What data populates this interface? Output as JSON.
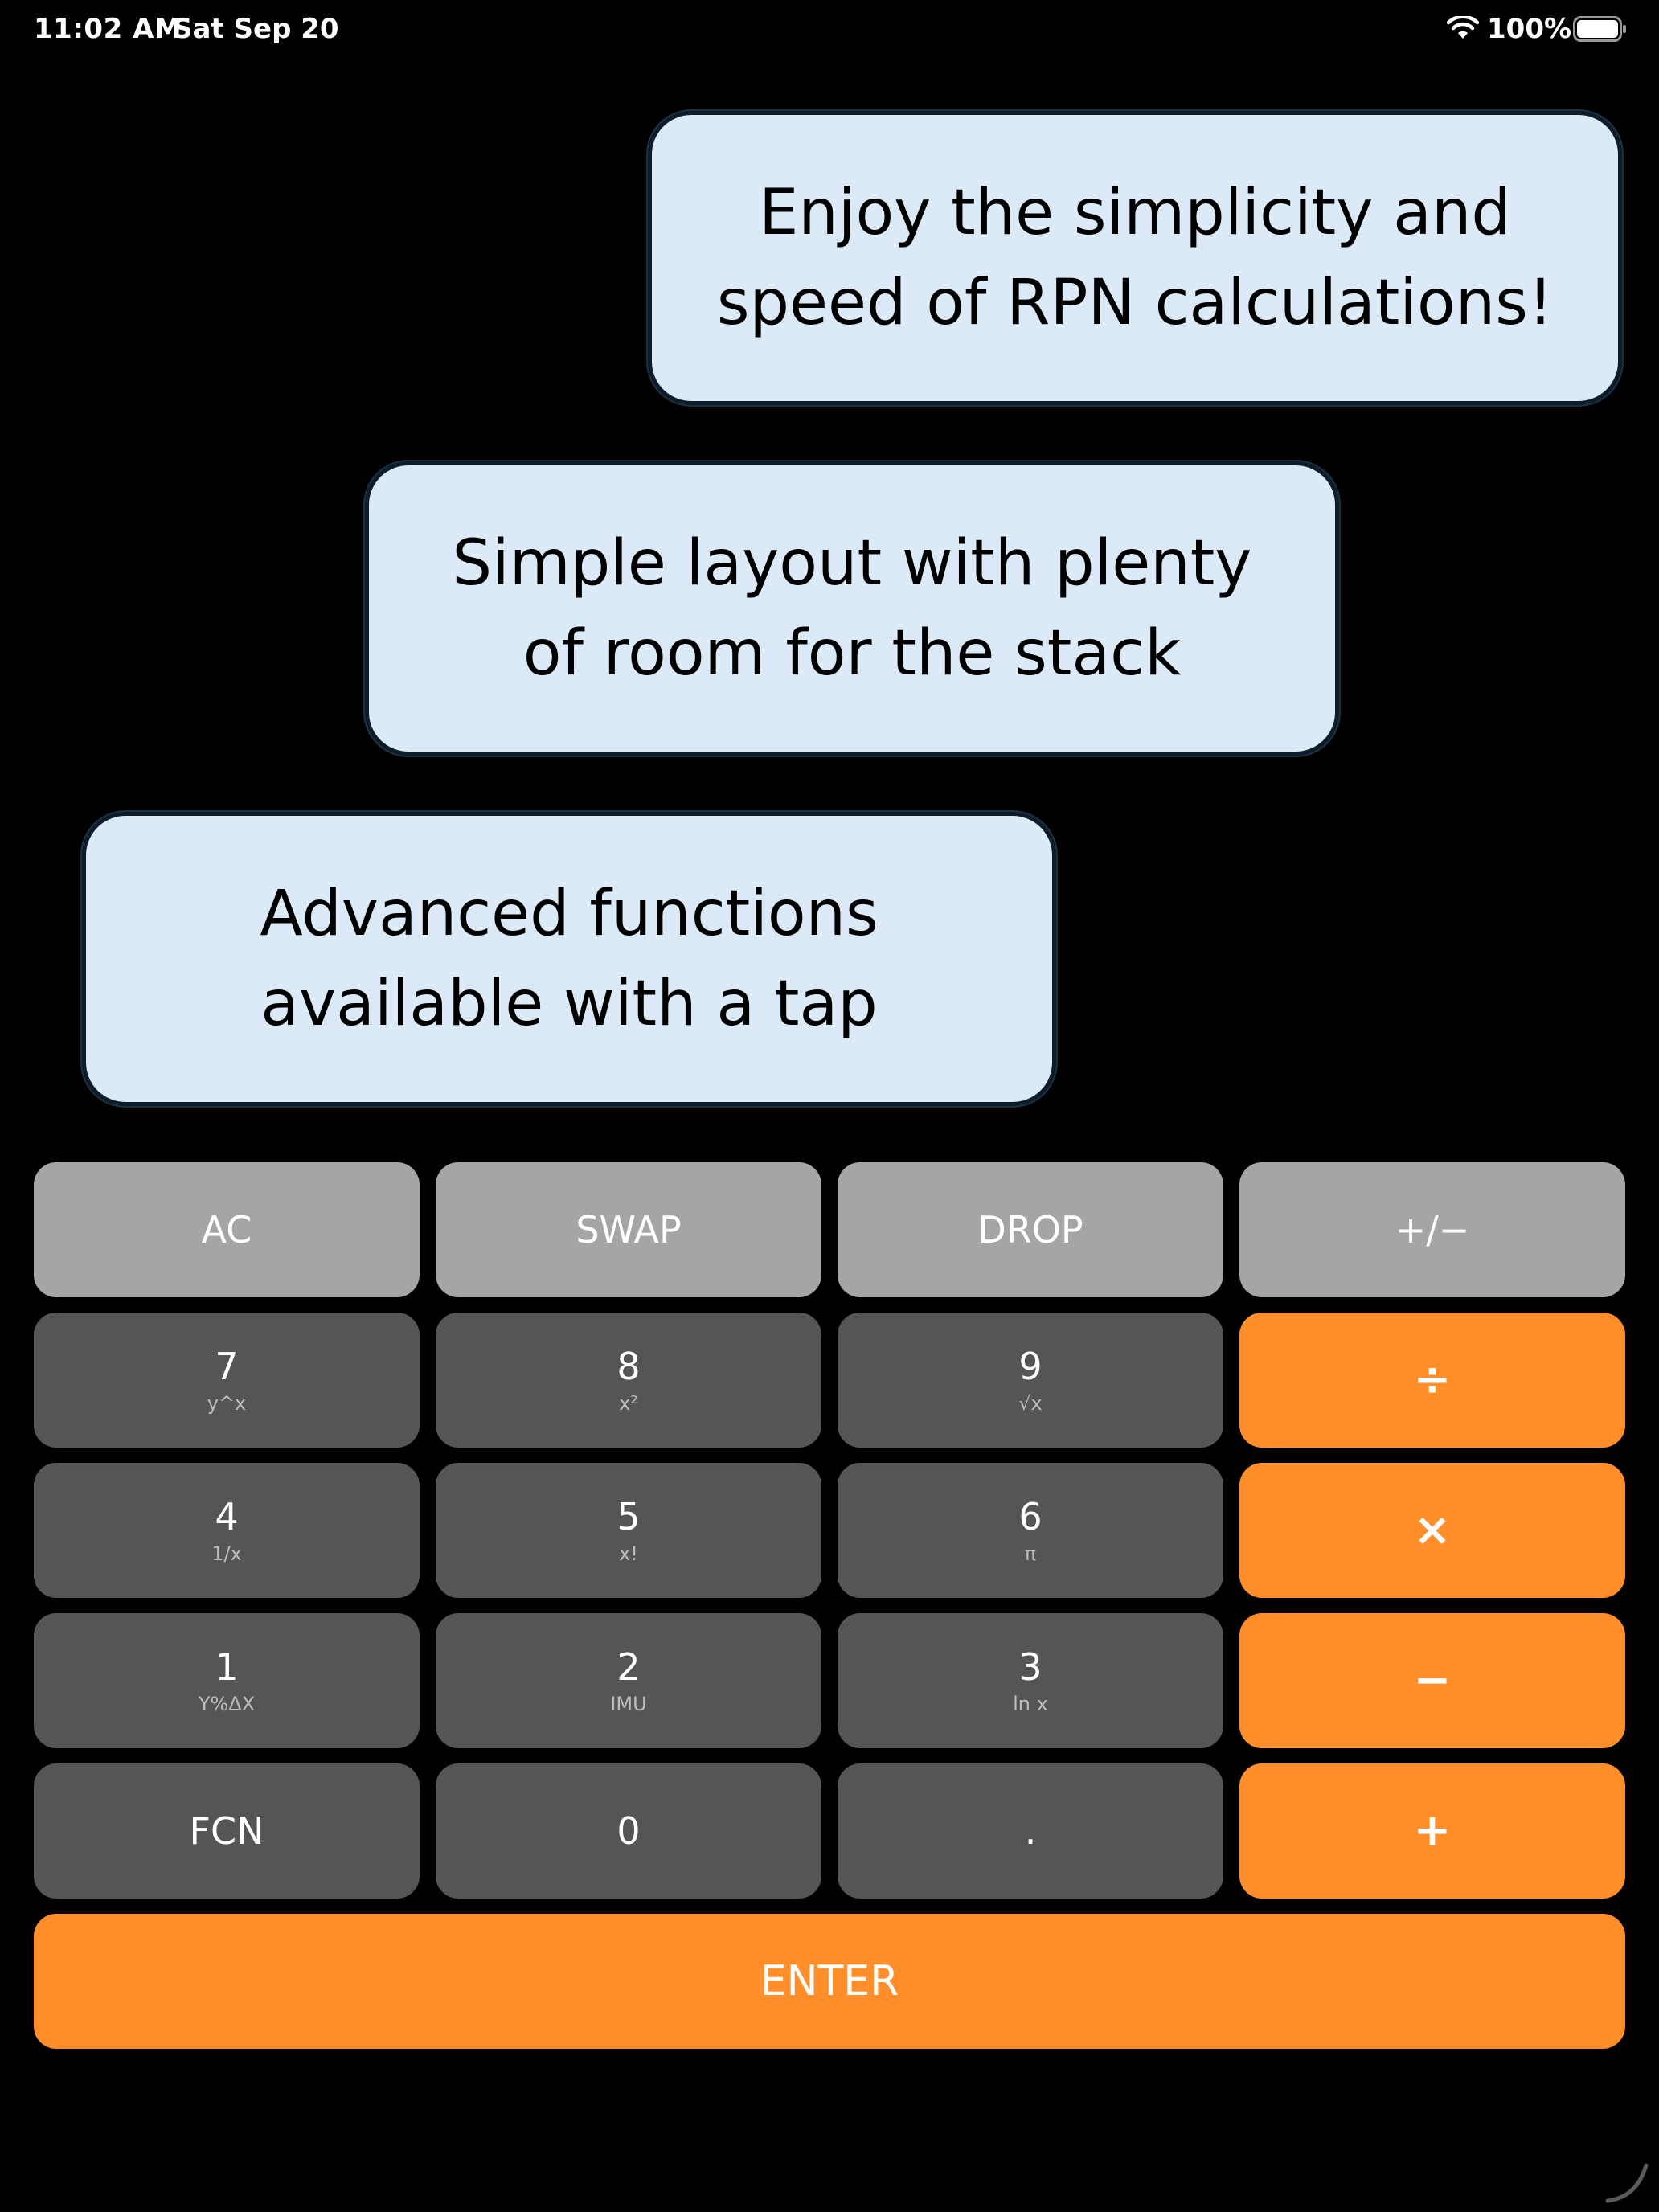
{
  "status_bar": {
    "time": "11:02 AM",
    "date": "Sat Sep 20",
    "battery_percent": "100%",
    "icons": [
      "wifi-icon",
      "battery-icon"
    ]
  },
  "bubbles": [
    {
      "text": "Enjoy the simplicity and\nspeed of RPN calculations!"
    },
    {
      "text": "Simple layout with plenty\nof room for the stack"
    },
    {
      "text": "Advanced functions\navailable with a tap"
    }
  ],
  "keypad": {
    "rows": [
      [
        {
          "name": "ac",
          "label": "AC",
          "sub": "",
          "style": "light"
        },
        {
          "name": "swap",
          "label": "SWAP",
          "sub": "",
          "style": "light"
        },
        {
          "name": "drop",
          "label": "DROP",
          "sub": "",
          "style": "light"
        },
        {
          "name": "plus-minus",
          "label": "+/−",
          "sub": "",
          "style": "light"
        }
      ],
      [
        {
          "name": "7",
          "label": "7",
          "sub": "y^x",
          "style": "dark"
        },
        {
          "name": "8",
          "label": "8",
          "sub": "x²",
          "style": "dark"
        },
        {
          "name": "9",
          "label": "9",
          "sub": "√x",
          "style": "dark"
        },
        {
          "name": "divide",
          "label": "÷",
          "sub": "",
          "style": "orange"
        }
      ],
      [
        {
          "name": "4",
          "label": "4",
          "sub": "1/x",
          "style": "dark"
        },
        {
          "name": "5",
          "label": "5",
          "sub": "x!",
          "style": "dark"
        },
        {
          "name": "6",
          "label": "6",
          "sub": "π",
          "style": "dark"
        },
        {
          "name": "multiply",
          "label": "×",
          "sub": "",
          "style": "orange"
        }
      ],
      [
        {
          "name": "1",
          "label": "1",
          "sub": "Y%ΔX",
          "style": "dark"
        },
        {
          "name": "2",
          "label": "2",
          "sub": "IMU",
          "style": "dark"
        },
        {
          "name": "3",
          "label": "3",
          "sub": "ln x",
          "style": "dark"
        },
        {
          "name": "subtract",
          "label": "−",
          "sub": "",
          "style": "orange"
        }
      ],
      [
        {
          "name": "fcn",
          "label": "FCN",
          "sub": "",
          "style": "dark"
        },
        {
          "name": "0",
          "label": "0",
          "sub": "",
          "style": "dark"
        },
        {
          "name": "decimal",
          "label": ".",
          "sub": "",
          "style": "dark"
        },
        {
          "name": "add",
          "label": "+",
          "sub": "",
          "style": "orange"
        }
      ]
    ],
    "enter_label": "ENTER"
  },
  "colors": {
    "background": "#000000",
    "bubble_fill": "#dce9f7",
    "bubble_border": "#0e1c2a",
    "key_light": "#a5a5a5",
    "key_dark": "#555555",
    "key_orange": "#ff8e2b"
  }
}
